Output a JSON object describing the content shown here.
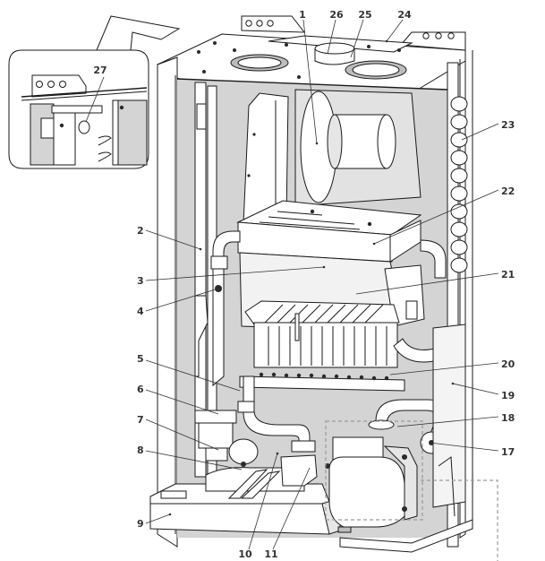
{
  "diagram": {
    "title": "Boiler internal components",
    "inset_label": "27",
    "callouts": [
      {
        "id": "1",
        "label": "1"
      },
      {
        "id": "2",
        "label": "2"
      },
      {
        "id": "3",
        "label": "3"
      },
      {
        "id": "4",
        "label": "4"
      },
      {
        "id": "5",
        "label": "5"
      },
      {
        "id": "6",
        "label": "6"
      },
      {
        "id": "7",
        "label": "7"
      },
      {
        "id": "8",
        "label": "8"
      },
      {
        "id": "9",
        "label": "9"
      },
      {
        "id": "10",
        "label": "10"
      },
      {
        "id": "11",
        "label": "11"
      },
      {
        "id": "17",
        "label": "17"
      },
      {
        "id": "18",
        "label": "18"
      },
      {
        "id": "19",
        "label": "19"
      },
      {
        "id": "20",
        "label": "20"
      },
      {
        "id": "21",
        "label": "21"
      },
      {
        "id": "22",
        "label": "22"
      },
      {
        "id": "23",
        "label": "23"
      },
      {
        "id": "24",
        "label": "24"
      },
      {
        "id": "25",
        "label": "25"
      },
      {
        "id": "26",
        "label": "26"
      },
      {
        "id": "27",
        "label": "27"
      }
    ],
    "colors": {
      "label": "#333333",
      "panel_gray": "#d4d4d4",
      "line": "#1a1a1a"
    }
  }
}
